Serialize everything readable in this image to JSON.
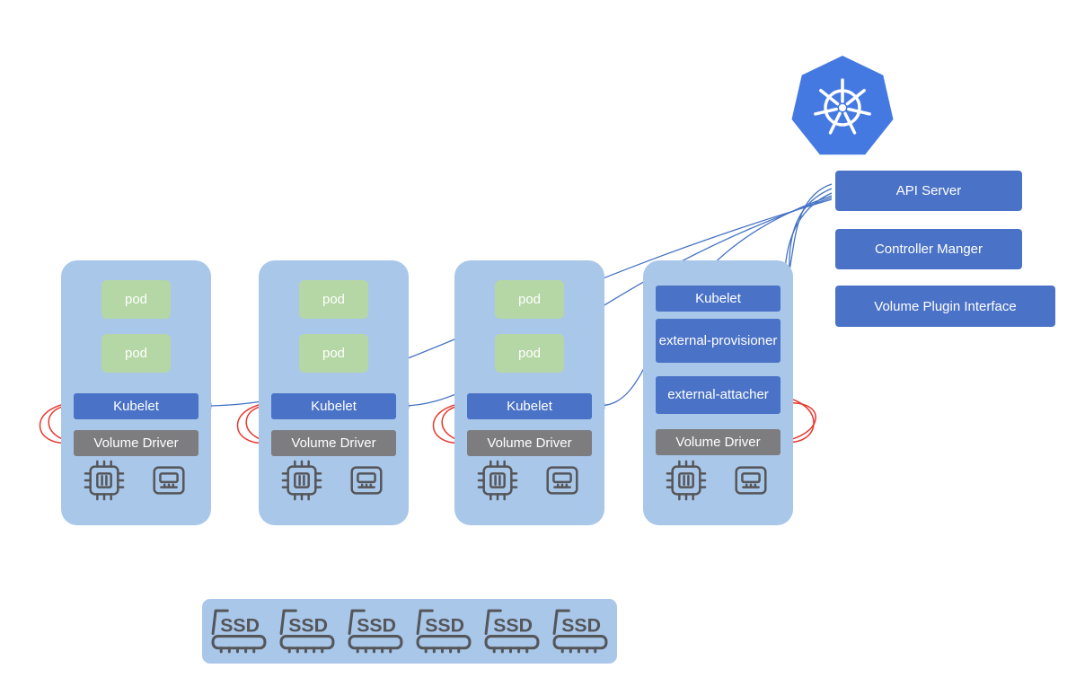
{
  "control_plane": {
    "api_server": "API Server",
    "controller_manager": "Controller Manger",
    "volume_plugin_interface": "Volume Plugin Interface"
  },
  "nodes": [
    {
      "pods": [
        "pod",
        "pod"
      ],
      "kubelet": "Kubelet",
      "volume_driver": "Volume Driver"
    },
    {
      "pods": [
        "pod",
        "pod"
      ],
      "kubelet": "Kubelet",
      "volume_driver": "Volume Driver"
    },
    {
      "pods": [
        "pod",
        "pod"
      ],
      "kubelet": "Kubelet",
      "volume_driver": "Volume Driver"
    },
    {
      "kubelet": "Kubelet",
      "external_provisioner": "external-provisioner",
      "external_attacher": "external-attacher",
      "volume_driver": "Volume Driver"
    }
  ],
  "storage": {
    "ssd_label": "SSD",
    "drive_count": 6
  },
  "icons": {
    "kubernetes_logo": "kubernetes-logo",
    "cpu": "cpu-icon",
    "memory": "memory-icon",
    "ssd": "ssd-icon"
  },
  "colors": {
    "node_bg": "#a9c7e9",
    "bar_blue": "#4a72c7",
    "bar_gray": "#7d7d7f",
    "pod_green": "#b5d7a5",
    "arrow_blue": "#4472c4",
    "arrow_red": "#e8392f",
    "logo_blue": "#4579e2",
    "icon_stroke": "#55565a"
  }
}
